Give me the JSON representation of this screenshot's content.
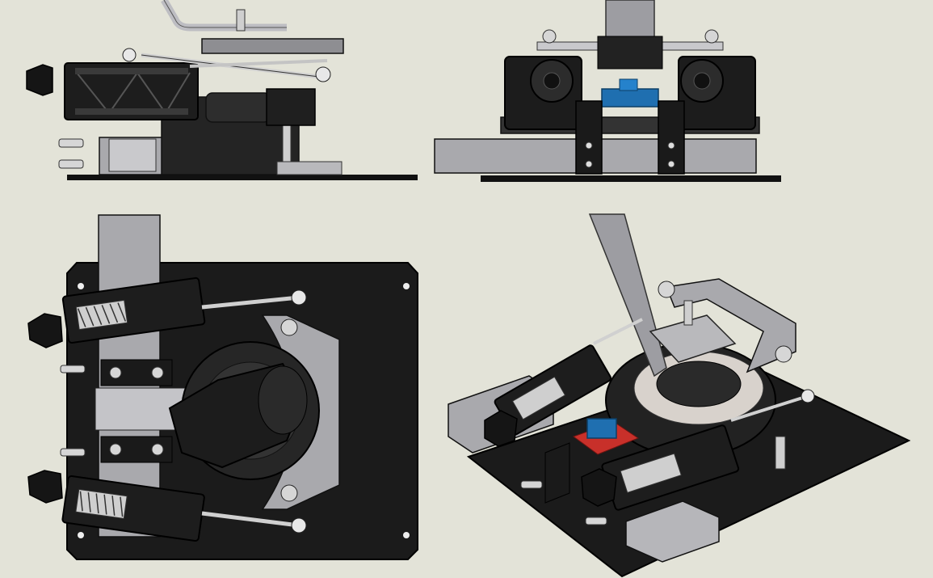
{
  "figure": {
    "background": "#e3e3d8",
    "views": [
      {
        "id": "side-view",
        "projection": "side"
      },
      {
        "id": "front-view",
        "projection": "front"
      },
      {
        "id": "top-view",
        "projection": "top"
      },
      {
        "id": "isometric-view",
        "projection": "isometric"
      }
    ]
  },
  "palette": {
    "black_part": "#1b1b1b",
    "dark_part": "#2b2b2b",
    "grey_plate": "#a9a9ad",
    "light_grey": "#c9c9cc",
    "steel": "#d6d6d6",
    "outline": "#111111",
    "pcb_blue": "#1f6fb0",
    "pcb_red": "#c8302a",
    "background": "#e3e3d8"
  }
}
